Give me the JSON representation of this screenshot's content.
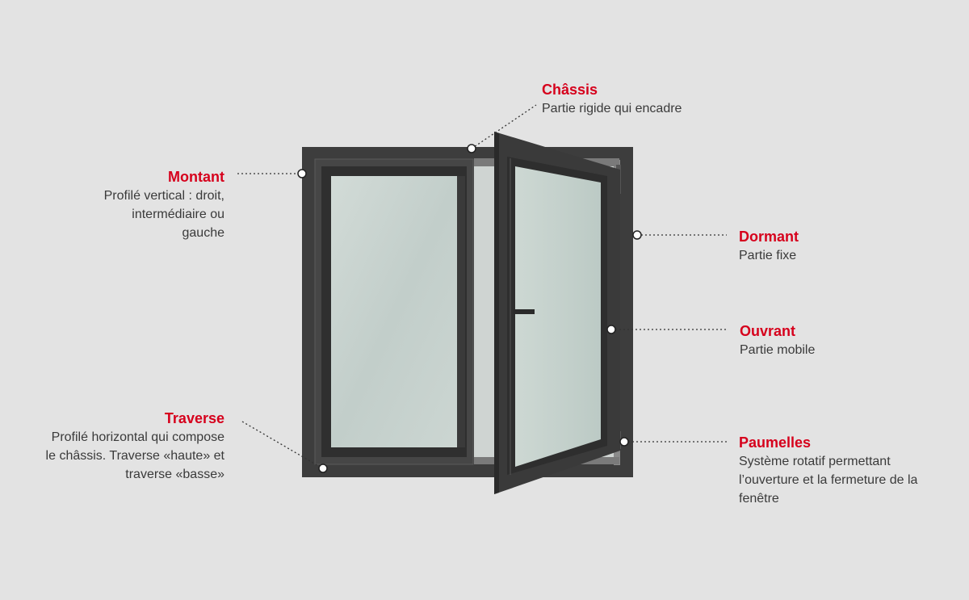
{
  "accent_color": "#d6001c",
  "frame_color": "#3d3d3d",
  "glass_color": "#c9d4cf",
  "labels": {
    "chassis": {
      "title": "Châssis",
      "desc": "Partie rigide qui encadre"
    },
    "montant": {
      "title": "Montant",
      "desc": "Profilé vertical : droit,\nintermédiaire ou\ngauche"
    },
    "dormant": {
      "title": "Dormant",
      "desc": "Partie fixe"
    },
    "ouvrant": {
      "title": "Ouvrant",
      "desc": "Partie mobile"
    },
    "traverse": {
      "title": "Traverse",
      "desc": "Profilé horizontal qui compose\nle châssis. Traverse «haute» et\ntraverse «basse»"
    },
    "paumelles": {
      "title": "Paumelles",
      "desc": "Système rotatif permettant\nl’ouverture et la fermeture de la\nfenêtre"
    }
  }
}
